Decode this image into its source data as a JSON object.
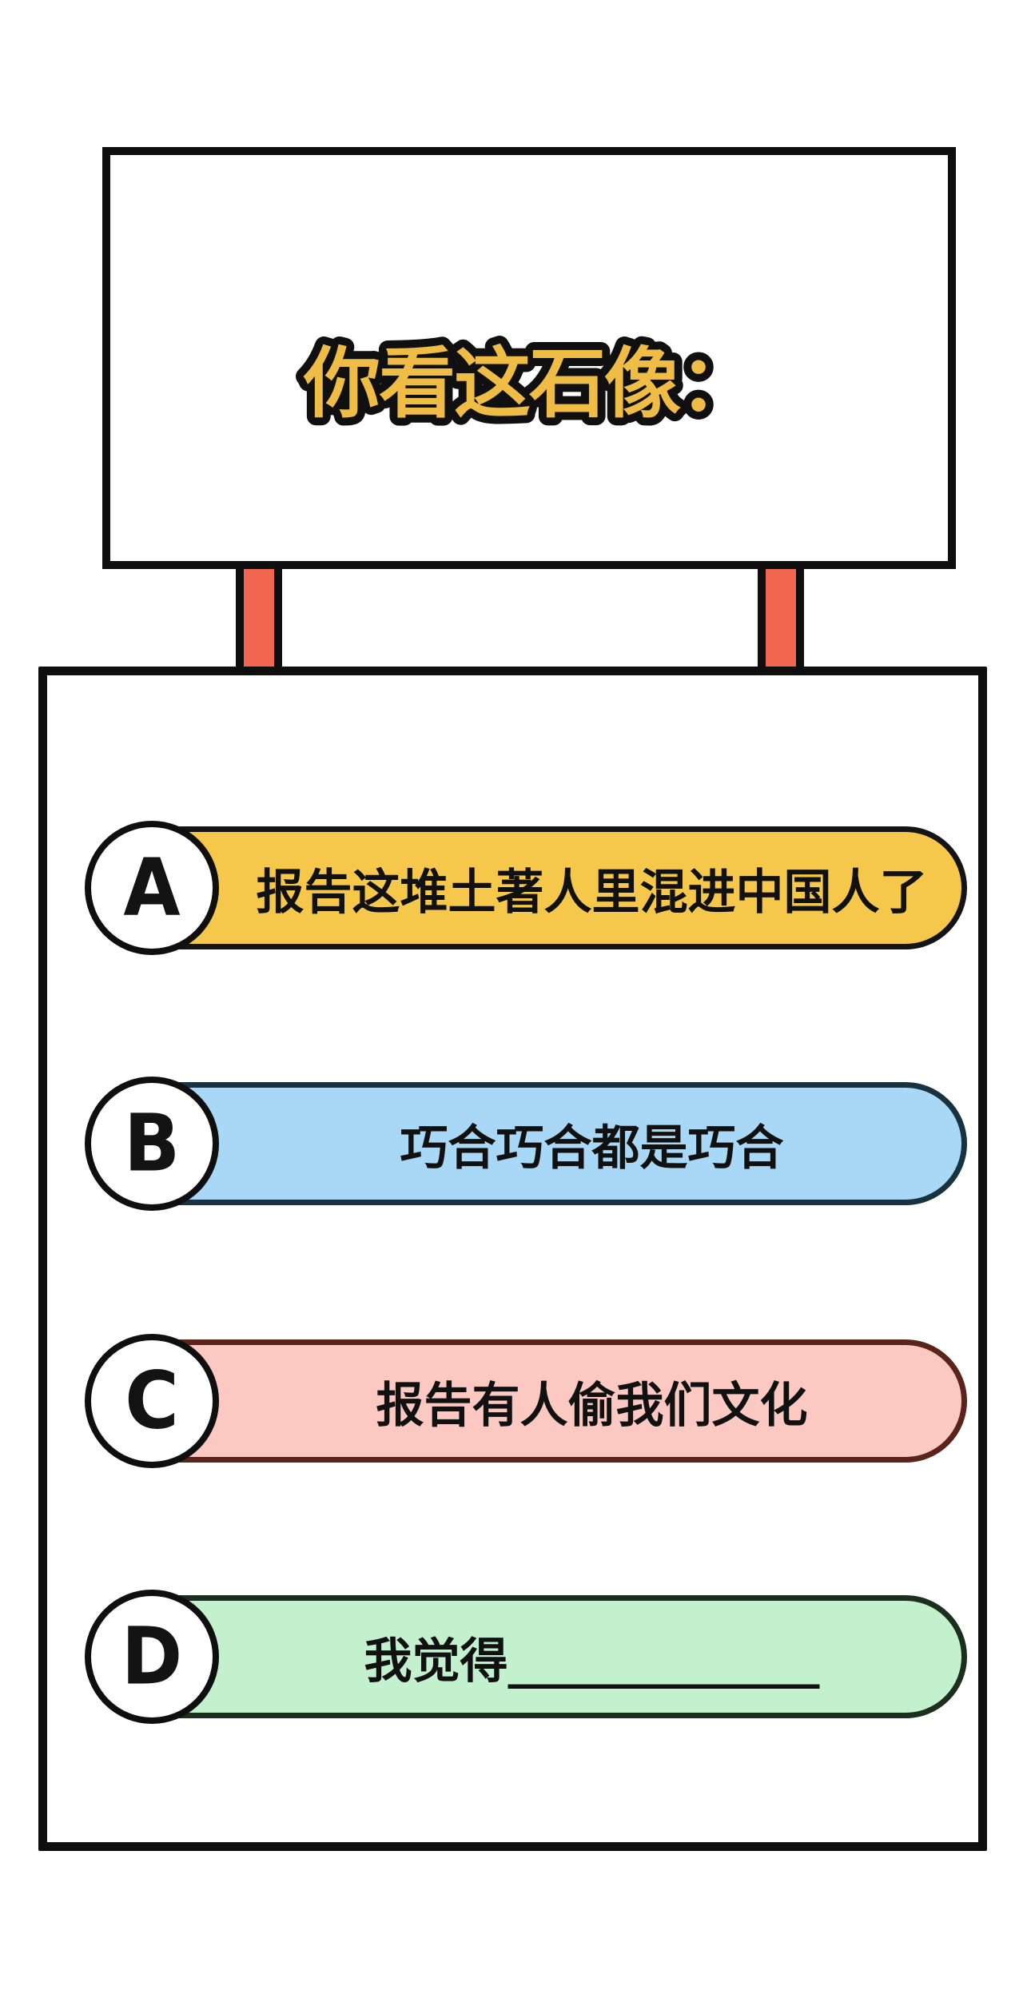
{
  "title": {
    "text": "你看这石像："
  },
  "options": [
    {
      "letter": "A",
      "text": "报告这堆土著人里混进中国人了",
      "fill": "#F5C84C",
      "border": "#141414"
    },
    {
      "letter": "B",
      "text": "巧合巧合都是巧合",
      "fill": "#A9D8F7",
      "border": "#18333F"
    },
    {
      "letter": "C",
      "text": "报告有人偷我们文化",
      "fill": "#FBC9C1",
      "border": "#5A241B"
    },
    {
      "letter": "D",
      "text": "我觉得_____________",
      "fill": "#C3F0CD",
      "border": "#1C2E1D"
    }
  ],
  "colors": {
    "background": "#FFFFFF",
    "title_fill": "#EFBD45",
    "title_outline": "#101010",
    "post": "#F0664F",
    "frame_border": "#0F0F0F"
  }
}
